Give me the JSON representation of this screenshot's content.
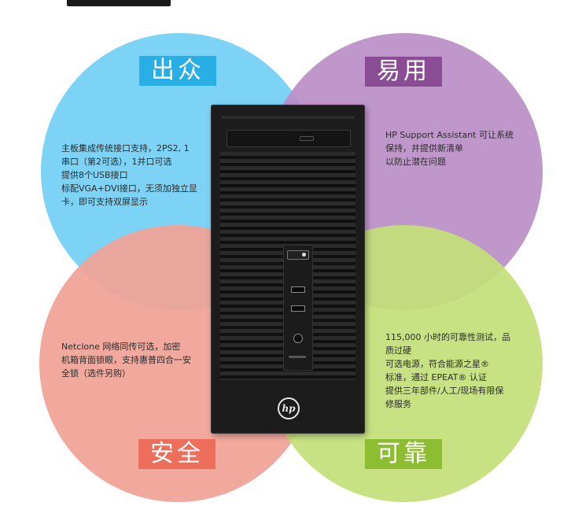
{
  "sections": {
    "standout": {
      "title": "出众",
      "lines": [
        "主板集成传统接口支持，2PS2, 1",
        "串口（第2可选），1并口可选",
        "提供8个USB接口",
        "标配VGA+DVI接口，无须加独立显",
        "卡，即可支持双屏显示"
      ]
    },
    "easy": {
      "title": "易用",
      "lines": [
        "HP Support Assistant 可让系统",
        "保持，并提供新清单",
        "以防止潜在问题"
      ]
    },
    "secure": {
      "title": "安全",
      "lines": [
        "Netclone 网络同传可选，加密",
        "机箱背面锁眼，支持惠普四合一安",
        "全锁（选件另购）"
      ]
    },
    "reliable": {
      "title": "可靠",
      "lines": [
        "115,000 小时的可靠性测试，品",
        "质过硬",
        "可选电源，符合能源之星®",
        "标准，通过 EPEAT® 认证",
        "提供三年部件/人工/现场有限保",
        "修服务"
      ]
    }
  },
  "product": {
    "logo_text": "hp"
  },
  "colors": {
    "blue": "#7dd3f6",
    "purple": "#bb8fc7",
    "red": "#f1a295",
    "green": "#c3df78",
    "blue_label": "#2aaee6",
    "purple_label": "#8a4d95",
    "red_label": "#ec6e5b",
    "green_label": "#8cbd33"
  }
}
